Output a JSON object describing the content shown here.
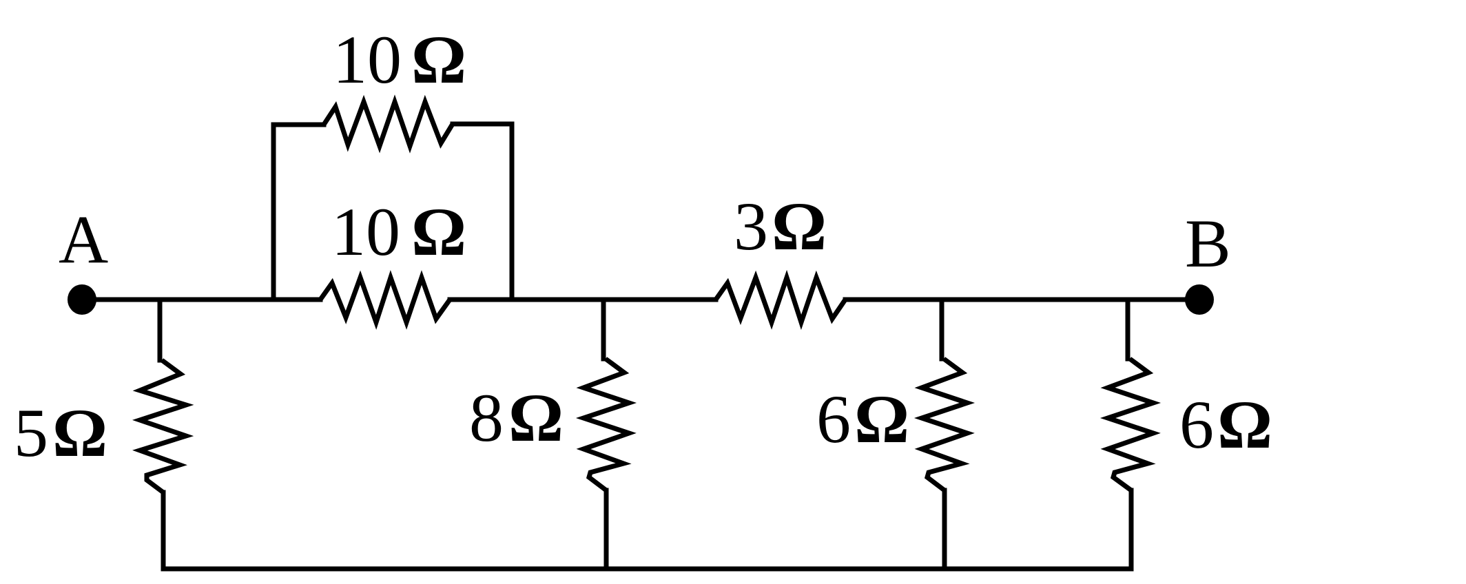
{
  "diagram": {
    "type": "resistor-network",
    "colors": {
      "stroke": "#000000",
      "background": "#ffffff"
    },
    "terminals": [
      {
        "id": "A",
        "label": "A"
      },
      {
        "id": "B",
        "label": "B"
      }
    ],
    "resistors": [
      {
        "id": "R_top",
        "value": "10",
        "unit": "Ω",
        "label": "10 Ω",
        "orientation": "horizontal",
        "connection": "parallel with R_mid"
      },
      {
        "id": "R_mid",
        "value": "10",
        "unit": "Ω",
        "label": "10 Ω",
        "orientation": "horizontal",
        "connection": "series on main line"
      },
      {
        "id": "R_3",
        "value": "3",
        "unit": "Ω",
        "label": "3Ω",
        "orientation": "horizontal",
        "connection": "series on main line"
      },
      {
        "id": "R_5",
        "value": "5",
        "unit": "Ω",
        "label": "5Ω",
        "orientation": "vertical",
        "connection": "main line to bottom rail"
      },
      {
        "id": "R_8",
        "value": "8",
        "unit": "Ω",
        "label": "8Ω",
        "orientation": "vertical",
        "connection": "main line to bottom rail"
      },
      {
        "id": "R_6a",
        "value": "6",
        "unit": "Ω",
        "label": "6Ω",
        "orientation": "vertical",
        "connection": "main line to bottom rail"
      },
      {
        "id": "R_6b",
        "value": "6",
        "unit": "Ω",
        "label": "6Ω",
        "orientation": "vertical",
        "connection": "main line to bottom rail"
      }
    ]
  },
  "labels": {
    "terminal_a": "A",
    "terminal_b": "B",
    "r_top_value": "10",
    "r_mid_value": "10",
    "r_3_value": "3",
    "r_5_value": "5",
    "r_8_value": "8",
    "r_6a_value": "6",
    "r_6b_value": "6",
    "ohm": "Ω"
  }
}
